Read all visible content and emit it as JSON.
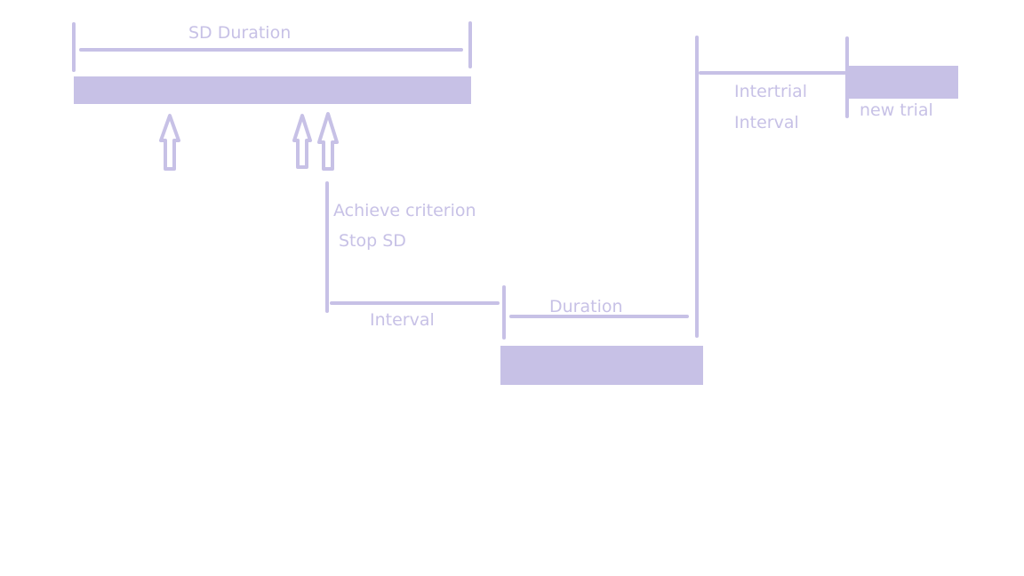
{
  "colors": {
    "accent": "#c7c1e6",
    "background": "#ffffff"
  },
  "labels": {
    "sd_duration": "SD Duration",
    "achieve_criterion": "Achieve criterion",
    "stop_sd": "Stop SD",
    "interval": "Interval",
    "duration": "Duration",
    "intertrial": "Intertrial",
    "intertrial_interval": "Interval",
    "new_trial": "new trial"
  },
  "icons": {
    "marker": "up-arrow-icon"
  }
}
